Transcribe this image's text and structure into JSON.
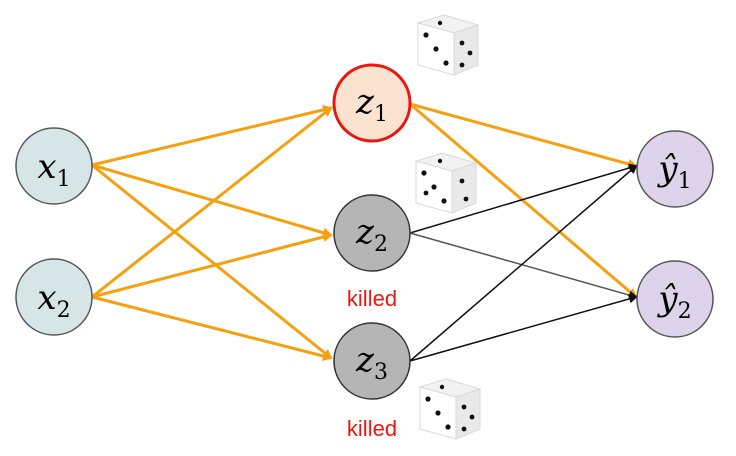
{
  "colors": {
    "input_fill": "#d6e6e6",
    "hidden_active_fill": "#fce3cf",
    "hidden_active_stroke": "#e8170f",
    "hidden_dropped_fill": "#b5b5b5",
    "output_fill": "#ddd3ea",
    "active_edge": "#f5a00f",
    "dropped_edge": "#111111",
    "killed_text": "#e8170f"
  },
  "nodes": {
    "x1": {
      "var": "x",
      "sub": "1",
      "status": "input"
    },
    "x2": {
      "var": "x",
      "sub": "2",
      "status": "input"
    },
    "z1": {
      "var": "z",
      "sub": "1",
      "status": "active"
    },
    "z2": {
      "var": "z",
      "sub": "2",
      "status": "dropped"
    },
    "z3": {
      "var": "z",
      "sub": "3",
      "status": "dropped"
    },
    "y1": {
      "var": "ŷ",
      "sub": "1",
      "status": "output"
    },
    "y2": {
      "var": "ŷ",
      "sub": "2",
      "status": "output"
    }
  },
  "labels": {
    "z2_killed": "killed",
    "z3_killed": "killed"
  },
  "icons": [
    "dice-icon",
    "dice-icon",
    "dice-icon"
  ]
}
